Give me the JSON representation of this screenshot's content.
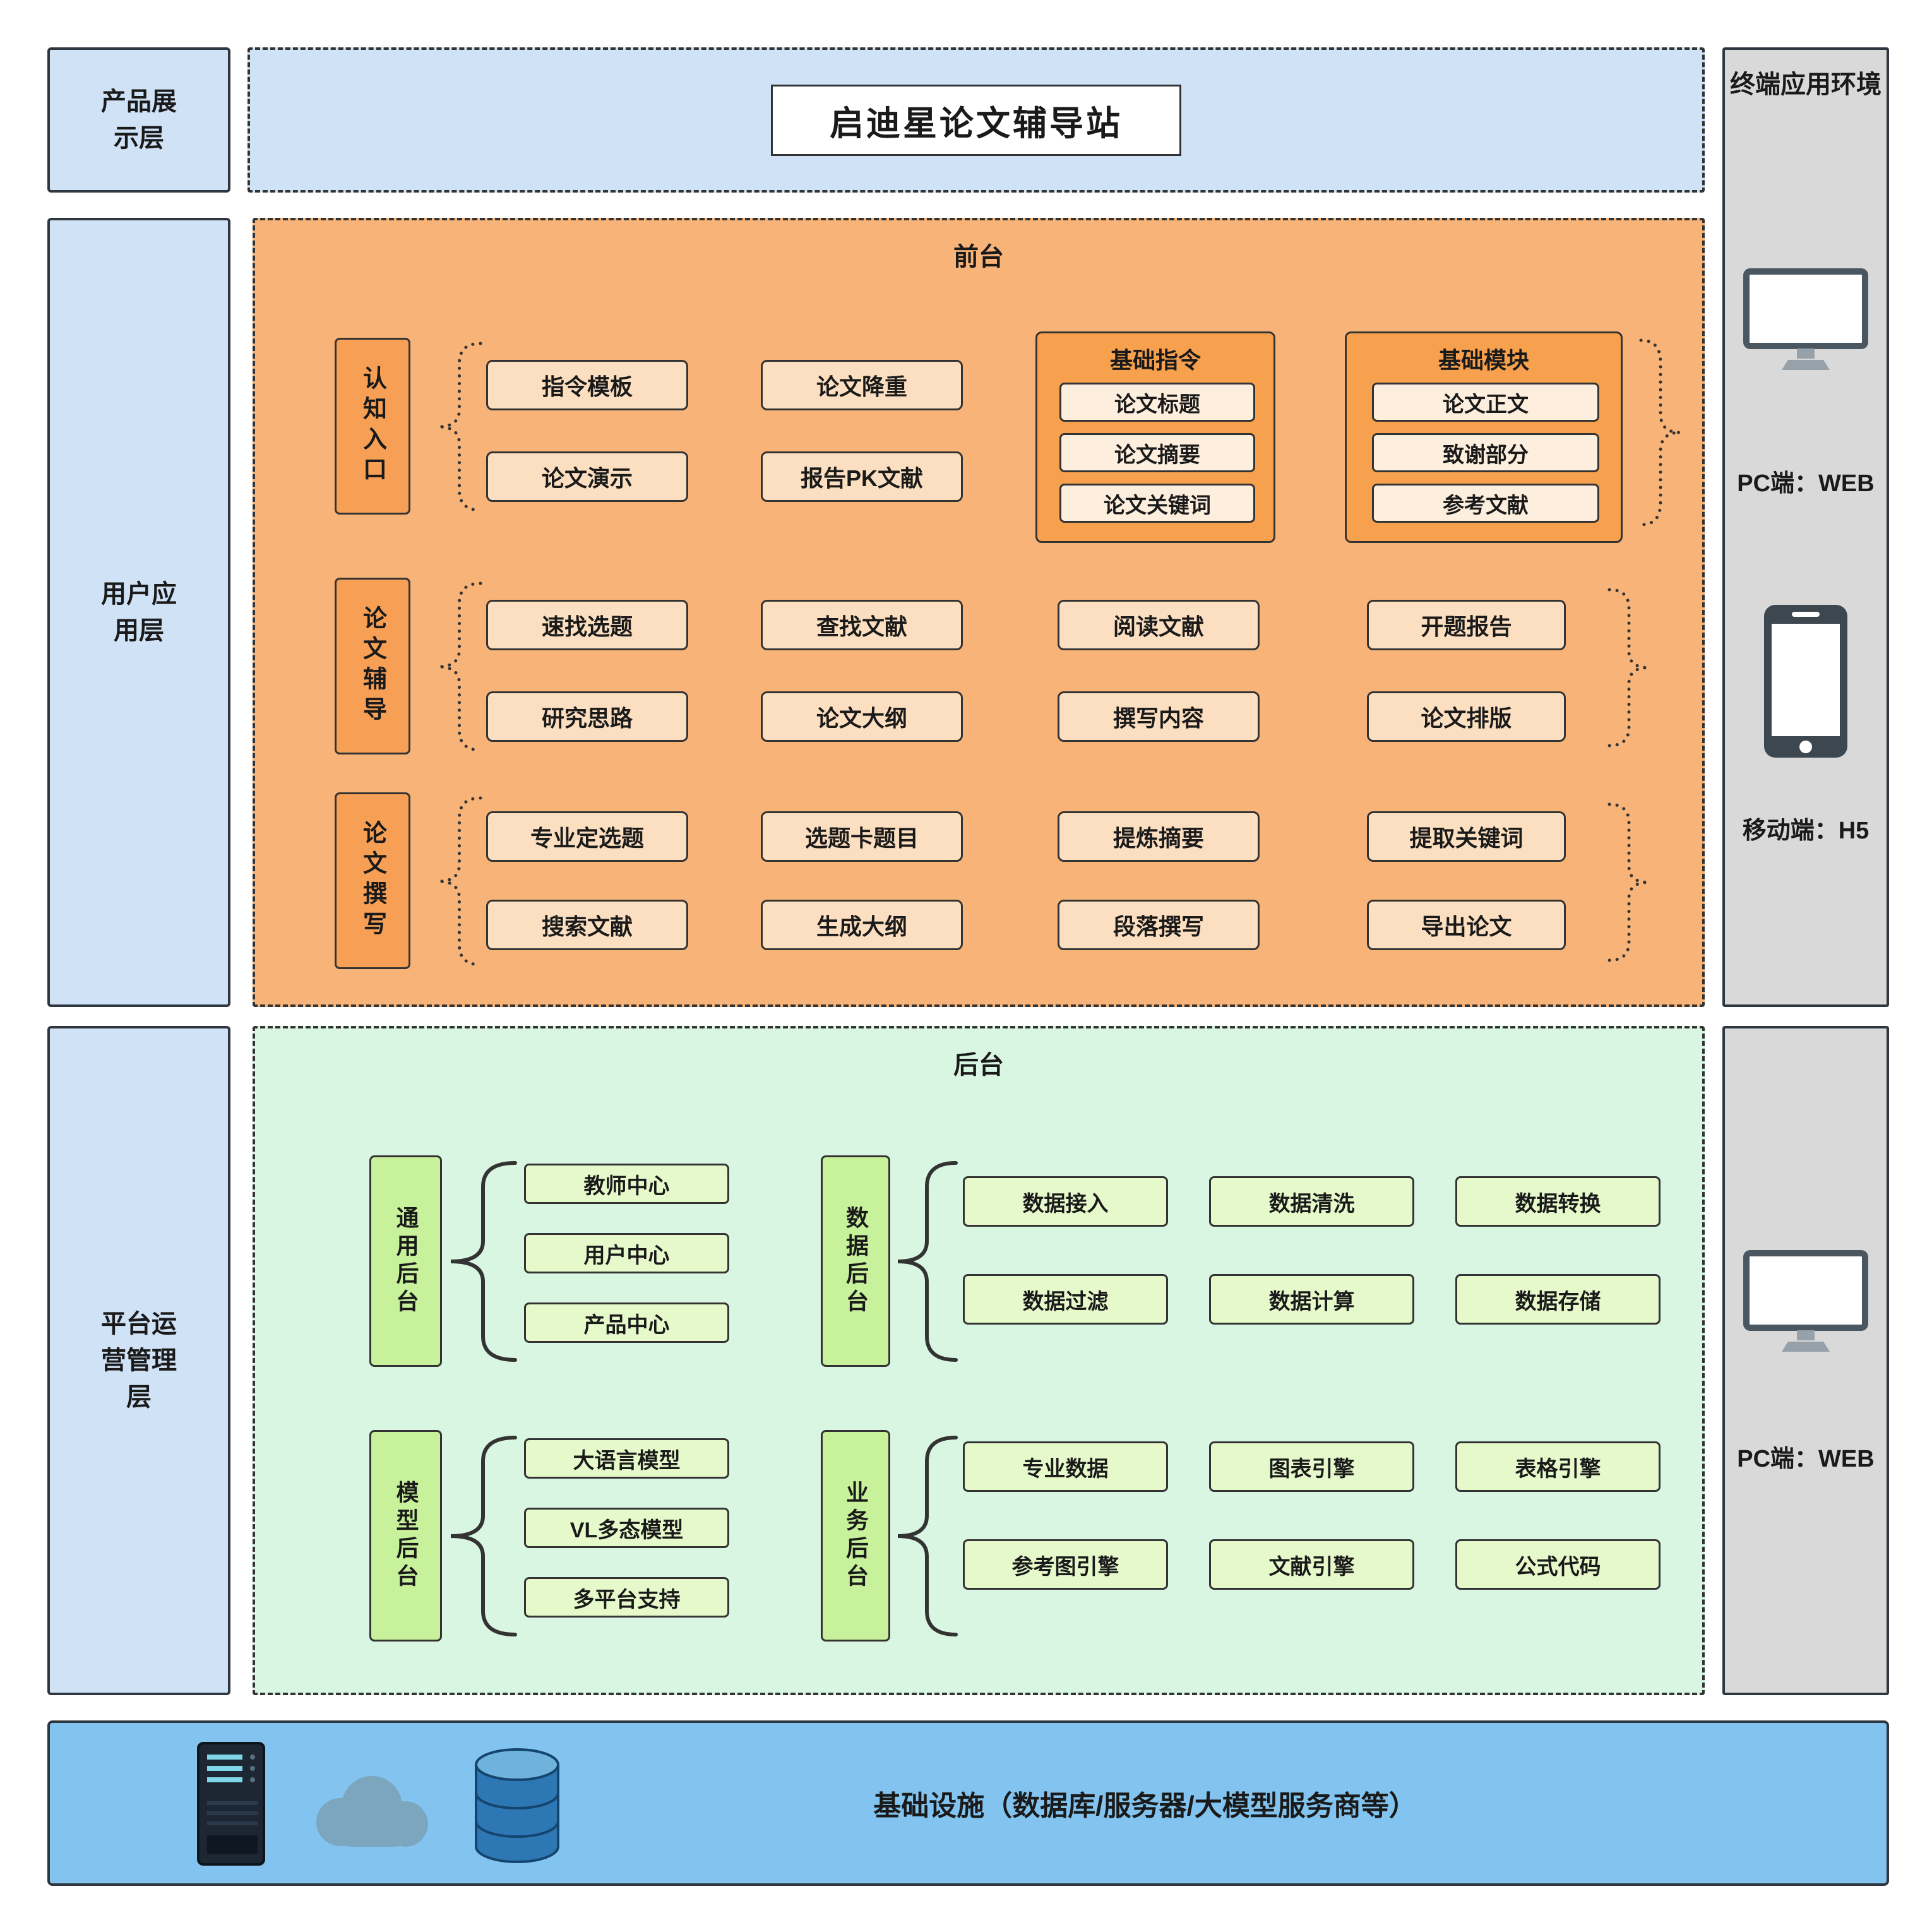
{
  "title": "启迪星论文辅导站",
  "layers": {
    "product_display": "产品展示层",
    "user_application": "用户应用层",
    "platform_ops": "平台运营管理层"
  },
  "terminal_env": {
    "title": "终端应用环境",
    "pc_label": "PC端：WEB",
    "mobile_label": "移动端：H5",
    "pc_label_2": "PC端：WEB"
  },
  "frontend": {
    "title": "前台",
    "rows": [
      {
        "label": "认知入口",
        "boxes": [
          "指令模板",
          "论文演示",
          "论文降重",
          "报告PK文献"
        ],
        "groups": [
          {
            "title": "基础指令",
            "items": [
              "论文标题",
              "论文摘要",
              "论文关键词"
            ]
          },
          {
            "title": "基础模块",
            "items": [
              "论文正文",
              "致谢部分",
              "参考文献"
            ]
          }
        ]
      },
      {
        "label": "论文辅导",
        "boxes": [
          "速找选题",
          "研究思路",
          "查找文献",
          "论文大纲",
          "阅读文献",
          "撰写内容",
          "开题报告",
          "论文排版"
        ]
      },
      {
        "label": "论文撰写",
        "boxes": [
          "专业定选题",
          "搜索文献",
          "选题卡题目",
          "生成大纲",
          "提炼摘要",
          "段落撰写",
          "提取关键词",
          "导出论文"
        ]
      }
    ]
  },
  "backend": {
    "title": "后台",
    "sections": [
      {
        "label": "通用后台",
        "items": [
          "教师中心",
          "用户中心",
          "产品中心"
        ]
      },
      {
        "label": "数据后台",
        "items": [
          "数据接入",
          "数据清洗",
          "数据转换",
          "数据过滤",
          "数据计算",
          "数据存储"
        ]
      },
      {
        "label": "模型后台",
        "items": [
          "大语言模型",
          "VL多态模型",
          "多平台支持"
        ]
      },
      {
        "label": "业务后台",
        "items": [
          "专业数据",
          "图表引擎",
          "表格引擎",
          "参考图引擎",
          "文献引擎",
          "公式代码"
        ]
      }
    ]
  },
  "infrastructure": {
    "label": "基础设施（数据库/服务器/大模型服务商等）",
    "icons": [
      "server-icon",
      "cloud-icon",
      "database-icon"
    ]
  },
  "colors": {
    "layer_blue": "#cfe2f6",
    "front_panel": "#f8b478",
    "front_box": "#fbdfc0",
    "front_label": "#f7a055",
    "front_group": "#f7a14e",
    "front_group_item": "#fdeedd",
    "back_panel": "#d8f6e2",
    "back_label": "#c8f19b",
    "back_box": "#e6f9cb",
    "side_gray": "#d9d9d9",
    "infra_blue": "#82c4ef",
    "border": "#333333"
  }
}
